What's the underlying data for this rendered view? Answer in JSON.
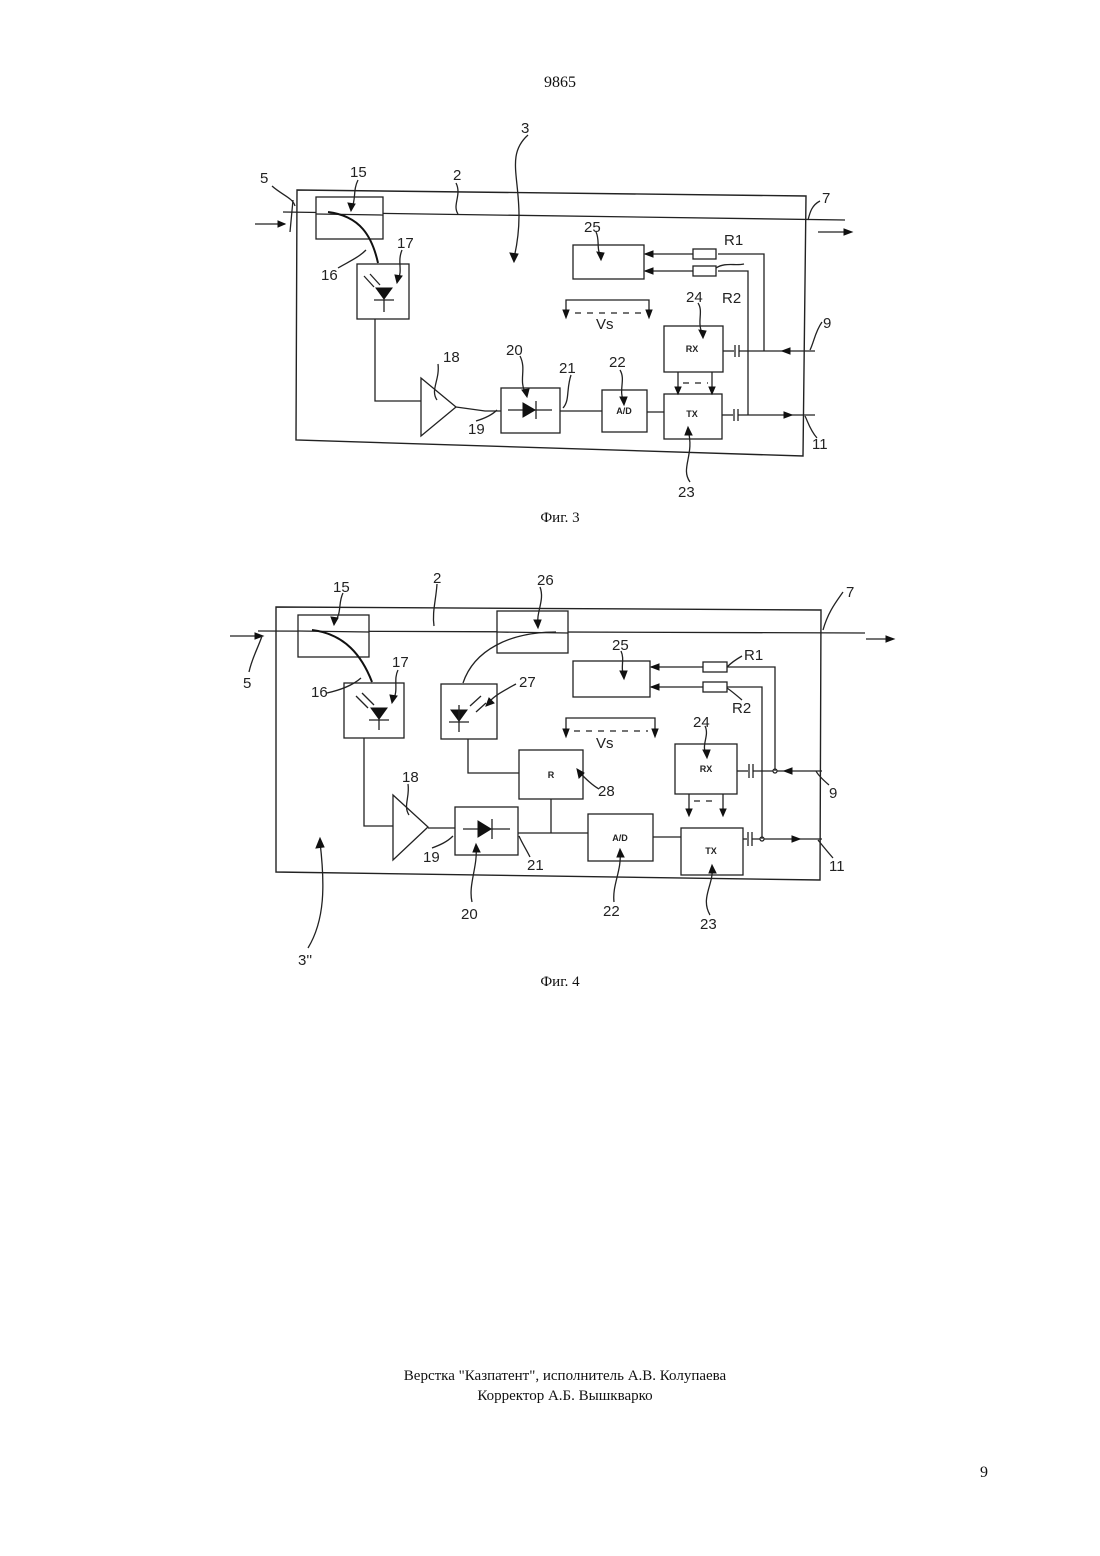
{
  "document": {
    "number": "9865",
    "page_number": "9",
    "credits": [
      "Верстка \"Казпатент\", исполнитель А.В. Колупаева",
      "Корректор А.Б. Вышкварко"
    ]
  },
  "figure3": {
    "caption": "Фиг. 3",
    "labels": {
      "n3": "3",
      "n2": "2",
      "n5": "5",
      "n7": "7",
      "n15": "15",
      "n16": "16",
      "n17": "17",
      "n18": "18",
      "n19": "19",
      "n20": "20",
      "n21": "21",
      "n22": "22",
      "n23": "23",
      "n24": "24",
      "n25": "25",
      "n9": "9",
      "n11": "11",
      "r1": "R1",
      "r2": "R2",
      "vs": "Vs"
    },
    "blocks": {
      "ad": "A/D",
      "rx": "RX",
      "tx": "TX"
    }
  },
  "figure4": {
    "caption": "Фиг. 4",
    "labels": {
      "n3": "3''",
      "n2": "2",
      "n5": "5",
      "n7": "7",
      "n15": "15",
      "n16": "16",
      "n17": "17",
      "n18": "18",
      "n19": "19",
      "n20": "20",
      "n21": "21",
      "n22": "22",
      "n23": "23",
      "n24": "24",
      "n25": "25",
      "n26": "26",
      "n27": "27",
      "n28": "28",
      "n9": "9",
      "n11": "11",
      "r1": "R1",
      "r2": "R2",
      "vs": "Vs"
    },
    "blocks": {
      "ad": "A/D",
      "rx": "RX",
      "tx": "TX",
      "r": "R"
    }
  }
}
